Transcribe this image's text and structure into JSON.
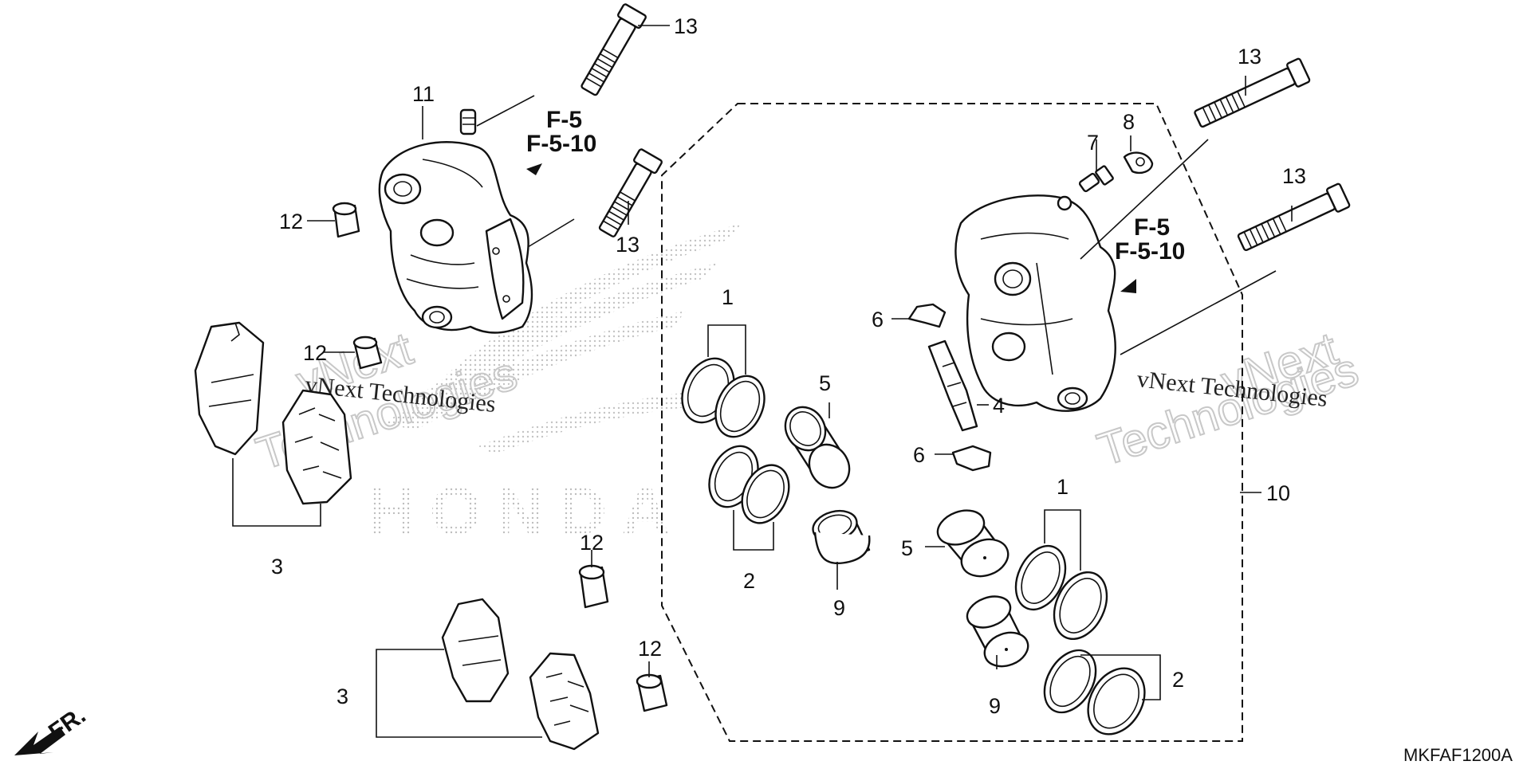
{
  "diagram": {
    "part_code": "MKFAF1200A",
    "front_arrow_label": "FR.",
    "ref_left": [
      "F-5",
      "F-5-10"
    ],
    "ref_right": [
      "F-5",
      "F-5-10"
    ],
    "watermark": {
      "line_text": "vNext Technologies",
      "big_line1": "vNext",
      "big_line2": "Technologies",
      "brand": "HONDA"
    },
    "callouts": {
      "c13_top": "13",
      "c13_mid": "13",
      "c13_r1": "13",
      "c13_r2": "13",
      "c11": "11",
      "c12_a": "12",
      "c12_b": "12",
      "c12_c": "12",
      "c12_d": "12",
      "c3_left": "3",
      "c3_bottom": "3",
      "c1_left": "1",
      "c2_left": "2",
      "c5_left": "5",
      "c9_left": "9",
      "c7": "7",
      "c8": "8",
      "c6_top": "6",
      "c6_bottom": "6",
      "c4": "4",
      "c10": "10",
      "c1_right": "1",
      "c2_right": "2",
      "c5_right": "5",
      "c9_right": "9"
    }
  }
}
